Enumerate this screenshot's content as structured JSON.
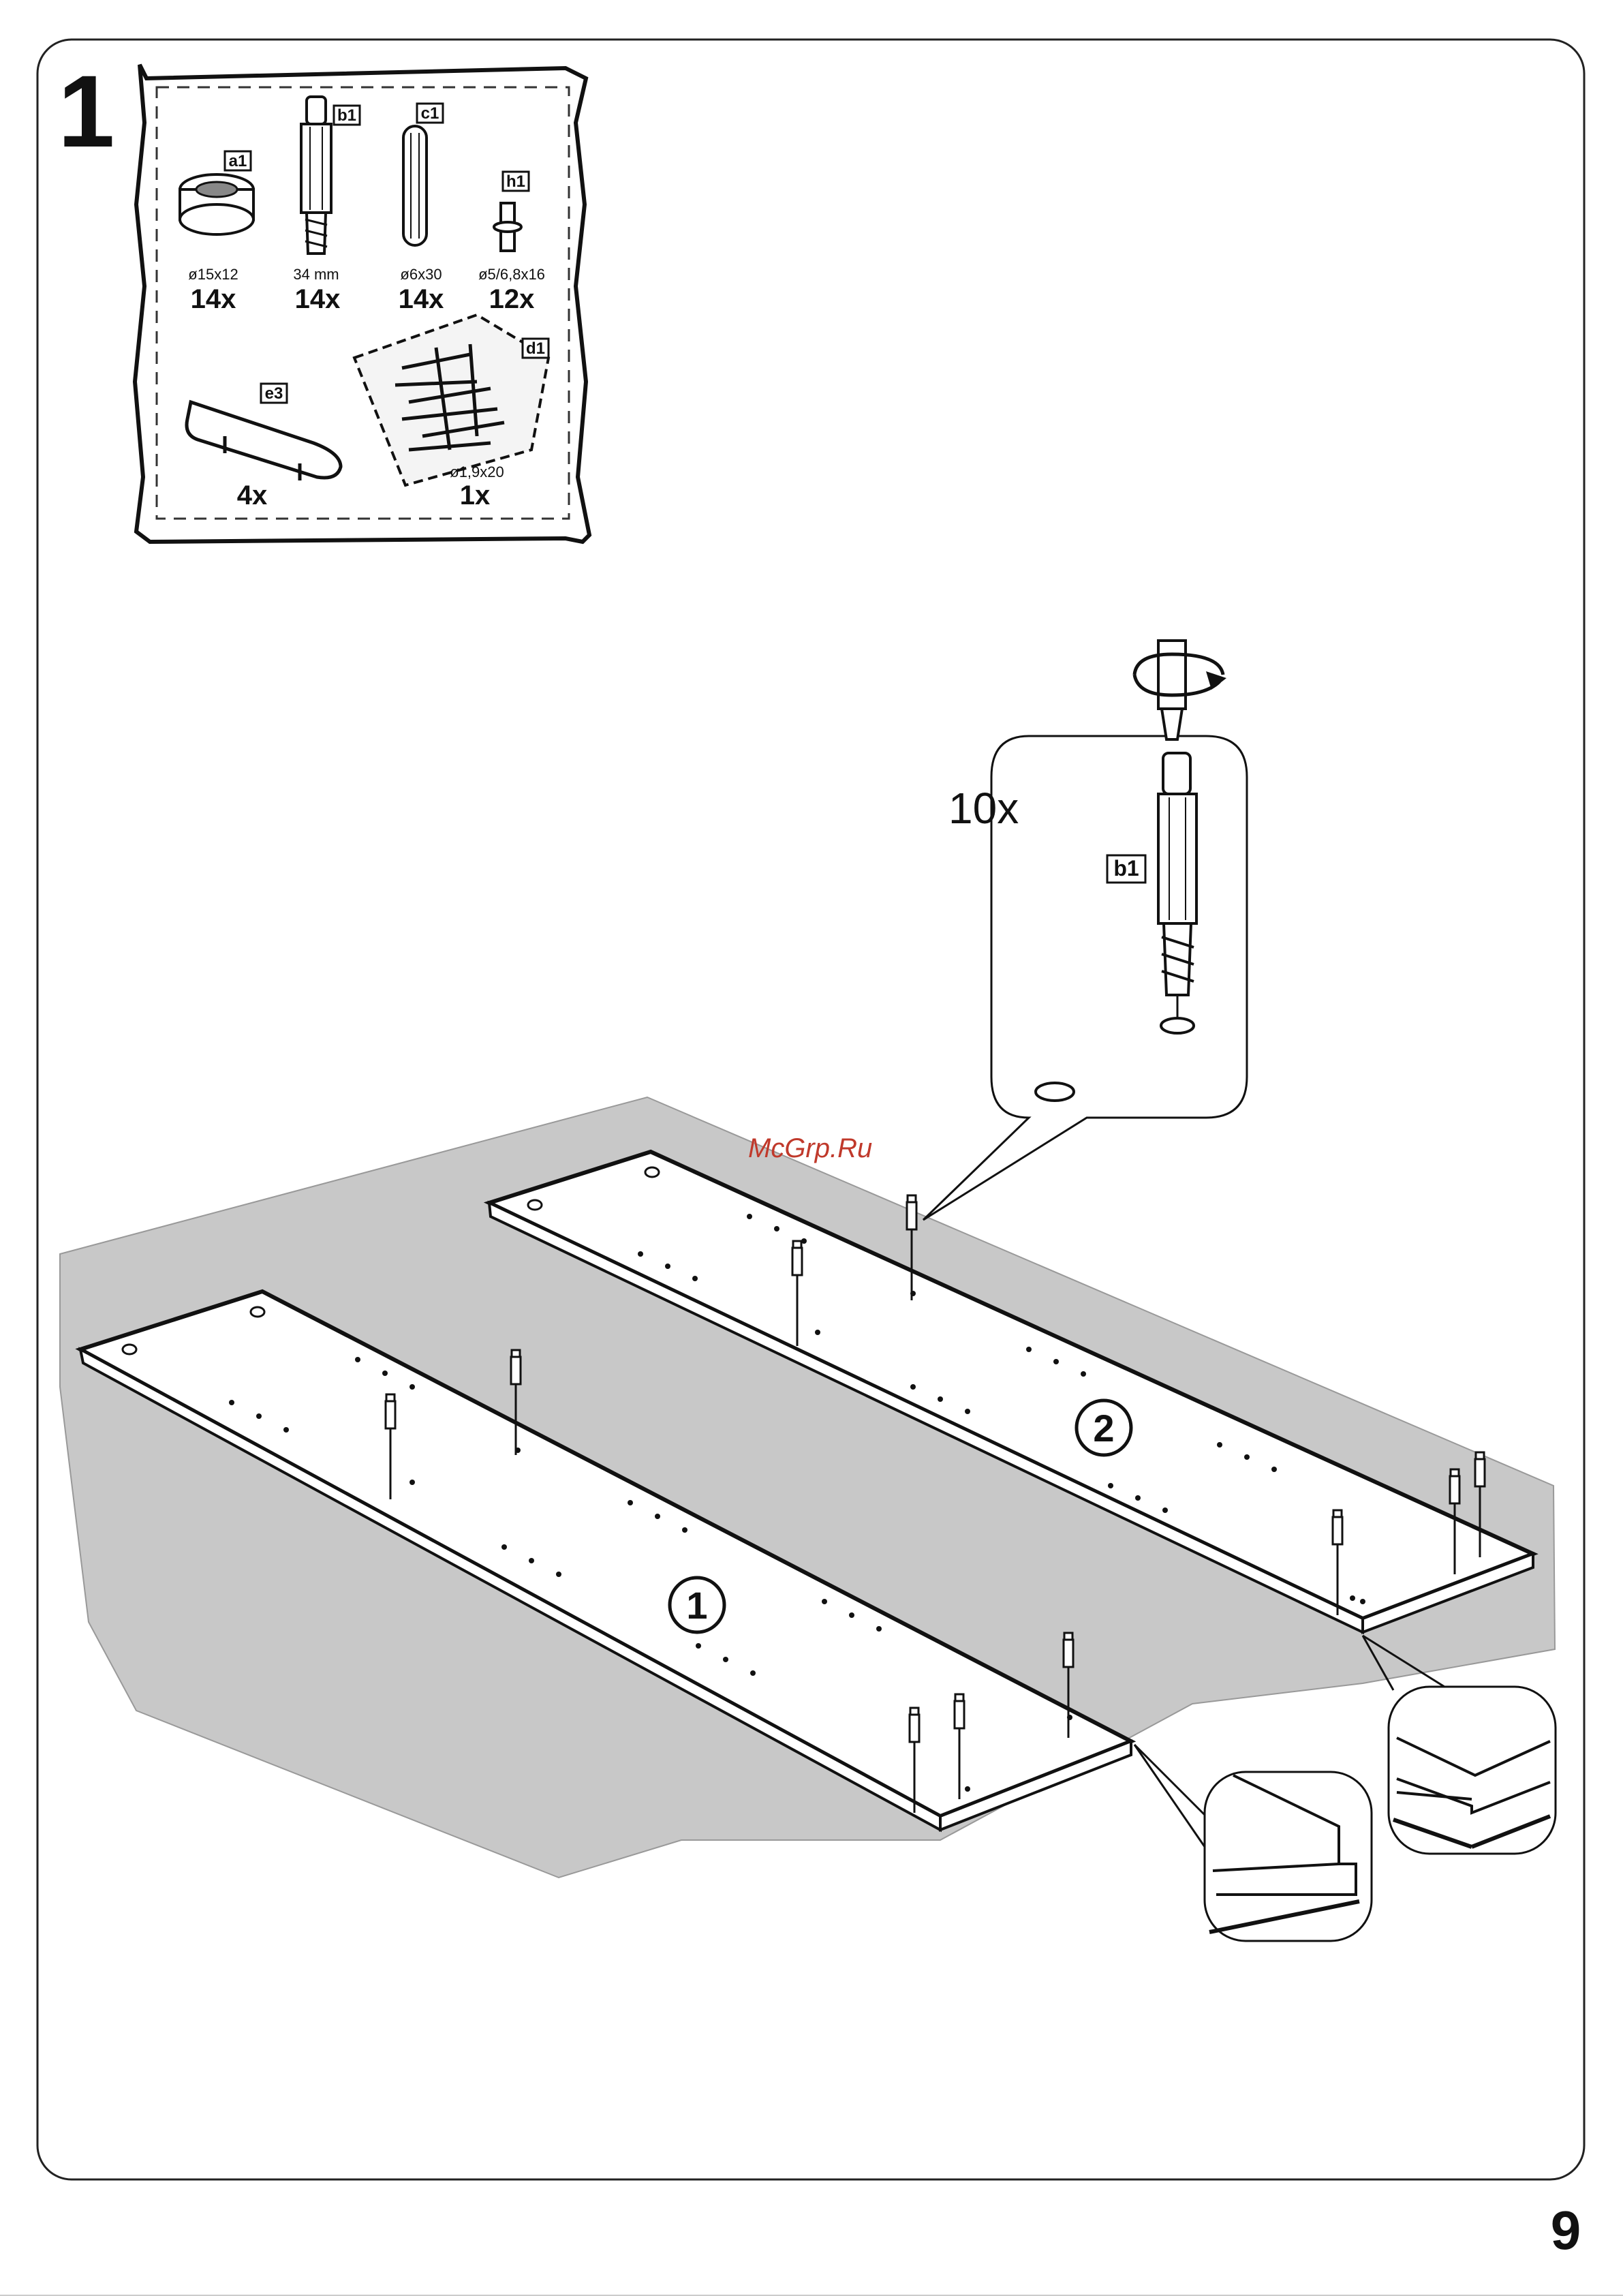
{
  "step": {
    "number": "1"
  },
  "page_number": "9",
  "watermark": "McGrp.Ru",
  "parts": [
    {
      "code": "a1",
      "size": "ø15x12",
      "qty": "14x",
      "icon": "cam-lock-icon"
    },
    {
      "code": "b1",
      "size": "34 mm",
      "qty": "14x",
      "icon": "cam-dowel-screw-icon"
    },
    {
      "code": "c1",
      "size": "ø6x30",
      "qty": "14x",
      "icon": "wood-dowel-icon"
    },
    {
      "code": "h1",
      "size": "ø5/6,8x16",
      "qty": "12x",
      "icon": "shelf-pin-icon"
    },
    {
      "code": "e3",
      "size": "",
      "qty": "4x",
      "icon": "handle-icon"
    },
    {
      "code": "d1",
      "size": "ø1,9x20",
      "qty": "1x",
      "icon": "nail-bag-icon"
    }
  ],
  "callout": {
    "count": "10x",
    "part": "b1"
  },
  "panels": [
    {
      "label": "1"
    },
    {
      "label": "2"
    }
  ],
  "colors": {
    "line": "#1a1a1a",
    "floor": "#c8c8c8",
    "watermark": "#c0392b"
  }
}
